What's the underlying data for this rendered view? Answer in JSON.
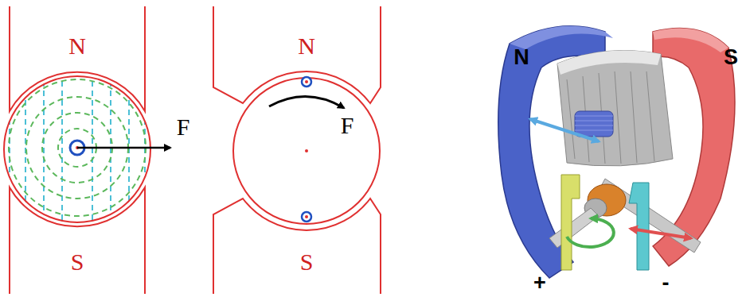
{
  "diagram": {
    "labels": [
      "N",
      "S",
      "F",
      "N",
      "S",
      "F",
      "N",
      "S",
      "+",
      "-"
    ]
  }
}
